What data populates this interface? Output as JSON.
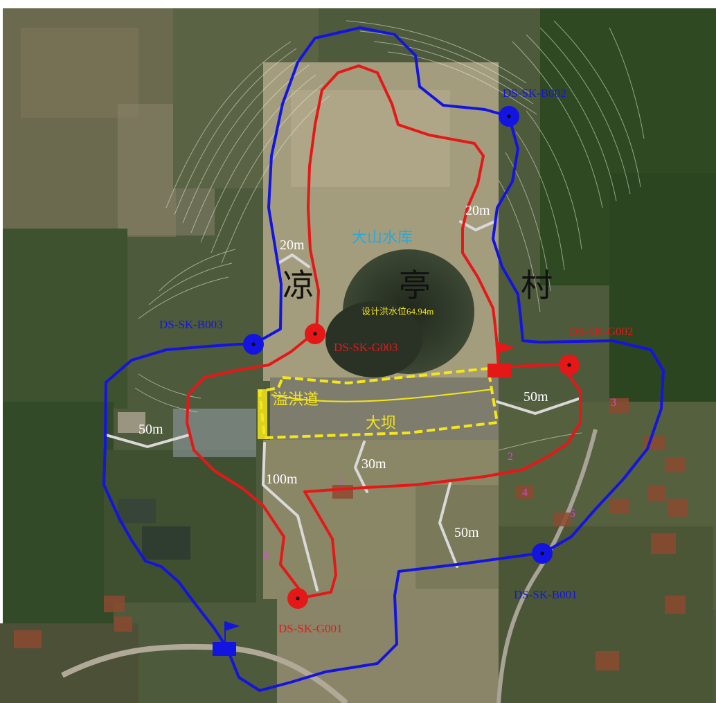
{
  "map": {
    "header_caption": "",
    "village_chars": [
      "凉",
      "亭",
      "村"
    ],
    "reservoir_name": "大山水库",
    "design_flood_level": "设计洪水位64.94m",
    "spillway": "溢洪道",
    "dam": "大坝",
    "distance_labels": [
      "20m",
      "20m",
      "50m",
      "50m",
      "30m",
      "100m",
      "50m"
    ],
    "monitoring_points": {
      "background": [
        {
          "id": "DS-SK-B001"
        },
        {
          "id": "DS-SK-B002"
        },
        {
          "id": "DS-SK-B003"
        }
      ],
      "control": [
        {
          "id": "DS-SK-G001"
        },
        {
          "id": "DS-SK-G002"
        },
        {
          "id": "DS-SK-G003"
        }
      ]
    },
    "house_numbers": [
      "1",
      "2",
      "3",
      "4",
      "5",
      "4"
    ],
    "colors": {
      "background_boundary": "#1414e0",
      "control_boundary": "#e51818",
      "dam_outline": "#f5e61a",
      "reservoir_label": "#2aa8d8",
      "flood_level_label": "#f5e61a",
      "house_number": "#e040e0",
      "distance_line": "#d9d9d9"
    }
  }
}
